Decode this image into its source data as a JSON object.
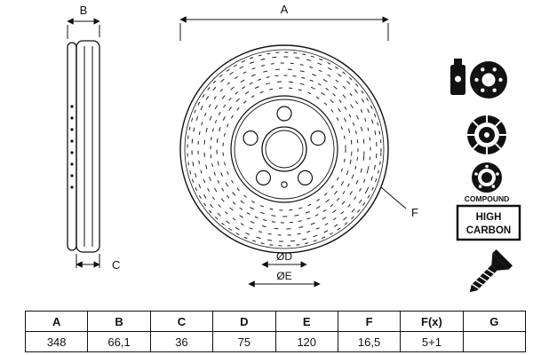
{
  "drawing": {
    "labels": {
      "a": "A",
      "b": "B",
      "c": "C",
      "d": "ØD",
      "e": "ØE",
      "f": "F"
    }
  },
  "icons": {
    "compound": "COMPOUND",
    "high_carbon_line1": "HIGH",
    "high_carbon_line2": "CARBON"
  },
  "table": {
    "headers": [
      "A",
      "B",
      "C",
      "D",
      "E",
      "F",
      "F(x)",
      "G"
    ],
    "values": [
      "348",
      "66,1",
      "36",
      "75",
      "120",
      "16,5",
      "5+1",
      ""
    ]
  }
}
